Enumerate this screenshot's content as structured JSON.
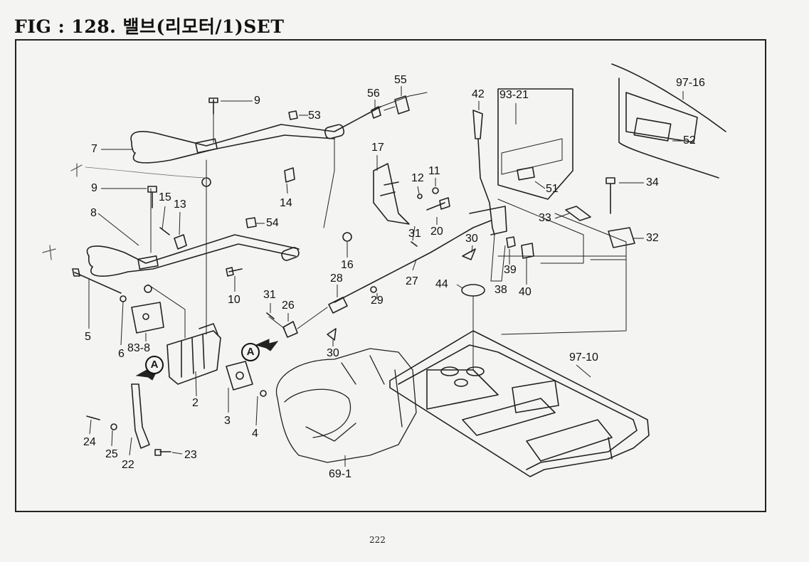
{
  "title": "FIG : 128.  밸브(리모터/1)SET",
  "page_number": "222",
  "circle_marker": "A",
  "parts": {
    "p9a": "9",
    "p53": "53",
    "p56": "56",
    "p55": "55",
    "p42": "42",
    "p93_21": "93-21",
    "p97_16": "97-16",
    "p7": "7",
    "p17": "17",
    "p12": "12",
    "p11": "11",
    "p14": "14",
    "p52": "52",
    "p9b": "9",
    "p15": "15",
    "p13": "13",
    "p51": "51",
    "p34": "34",
    "p8": "8",
    "p54": "54",
    "p33": "33",
    "p32": "32",
    "p31a": "31",
    "p20": "20",
    "p30a": "30",
    "p16": "16",
    "p39": "39",
    "p10": "10",
    "p28": "28",
    "p27": "27",
    "p44": "44",
    "p29": "29",
    "p38": "38",
    "p40": "40",
    "p31b": "31",
    "p26": "26",
    "p5": "5",
    "p6": "6",
    "p83_8": "83-8",
    "p30b": "30",
    "p97_10": "97-10",
    "p2": "2",
    "p3": "3",
    "p4": "4",
    "p24": "24",
    "p25": "25",
    "p22": "22",
    "p23": "23",
    "p69_1": "69-1"
  }
}
